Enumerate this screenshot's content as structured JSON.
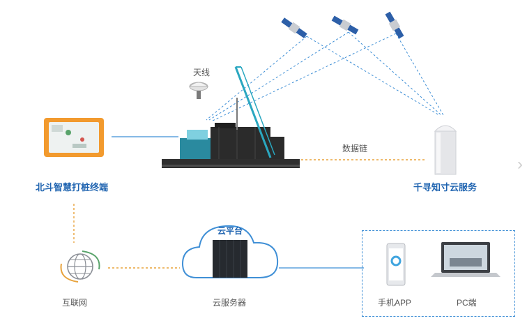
{
  "labels": {
    "antenna": "天线",
    "data_link": "数据链",
    "terminal": "北斗智慧打桩终端",
    "cloud_service": "千寻知寸云服务",
    "cloud_platform": "云平台",
    "internet": "互联网",
    "server": "云服务器",
    "mobile_app": "手机APP",
    "pc": "PC端"
  },
  "colors": {
    "link_blue": "#3f8fd6",
    "link_orange": "#e8a33c",
    "brand_blue": "#1e63b0",
    "terminal_orange": "#f29a2e"
  },
  "icons": [
    "satellite-icon",
    "gnss-antenna-icon",
    "pile-driver-icon",
    "terminal-icon",
    "base-station-icon",
    "globe-icon",
    "cloud-icon",
    "server-icon",
    "phone-icon",
    "laptop-icon"
  ]
}
